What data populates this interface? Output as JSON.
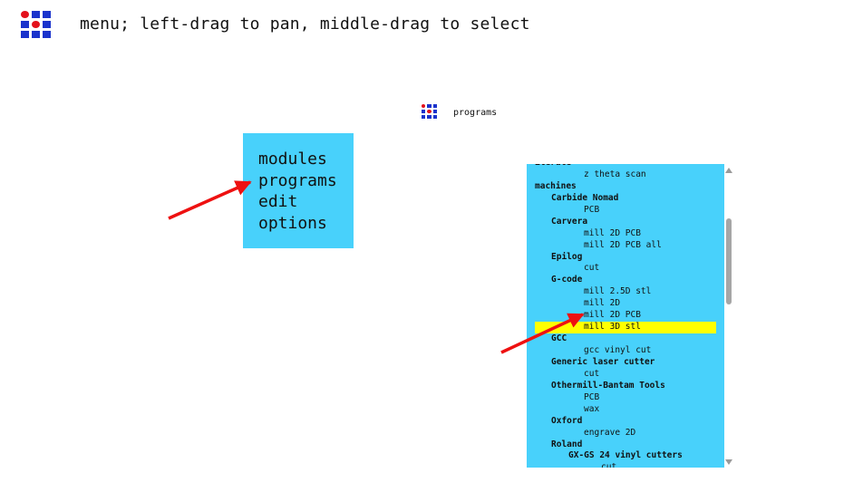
{
  "header": {
    "text": "menu; left-drag to pan, middle-drag to select"
  },
  "subheader": {
    "text": "programs"
  },
  "logo": {
    "cells": [
      "#e3111b",
      "#1a33cc",
      "#1a33cc",
      "#1a33cc",
      "#e3111b",
      "#1a33cc",
      "#1a33cc",
      "#1a33cc",
      "#1a33cc"
    ]
  },
  "colors": {
    "panel": "#48d1fb",
    "highlight": "#ffff00",
    "arrow": "#ee1111"
  },
  "menu": {
    "items": [
      {
        "label": "modules"
      },
      {
        "label": "programs"
      },
      {
        "label": "edit"
      },
      {
        "label": "options"
      }
    ]
  },
  "program_list": {
    "selected": "mill 3D stl",
    "rows": [
      {
        "label": "iterate",
        "level": "l0"
      },
      {
        "label": "z theta scan",
        "level": "leaf"
      },
      {
        "label": "machines",
        "level": "l0"
      },
      {
        "label": "Carbide Nomad",
        "level": "l1"
      },
      {
        "label": "PCB",
        "level": "leaf"
      },
      {
        "label": "Carvera",
        "level": "l1"
      },
      {
        "label": "mill 2D PCB",
        "level": "leaf"
      },
      {
        "label": "mill 2D PCB all",
        "level": "leaf"
      },
      {
        "label": "Epilog",
        "level": "l1"
      },
      {
        "label": "cut",
        "level": "leaf"
      },
      {
        "label": "G-code",
        "level": "l1"
      },
      {
        "label": "mill 2.5D stl",
        "level": "leaf"
      },
      {
        "label": "mill 2D",
        "level": "leaf"
      },
      {
        "label": "mill 2D PCB",
        "level": "leaf"
      },
      {
        "label": "mill 3D stl",
        "level": "leaf"
      },
      {
        "label": "GCC",
        "level": "l1"
      },
      {
        "label": "gcc vinyl cut",
        "level": "leaf"
      },
      {
        "label": "Generic laser cutter",
        "level": "l1"
      },
      {
        "label": "cut",
        "level": "leaf"
      },
      {
        "label": "Othermill-Bantam Tools",
        "level": "l1"
      },
      {
        "label": "PCB",
        "level": "leaf"
      },
      {
        "label": "wax",
        "level": "leaf"
      },
      {
        "label": "Oxford",
        "level": "l1"
      },
      {
        "label": "engrave 2D",
        "level": "leaf"
      },
      {
        "label": "Roland",
        "level": "l1"
      },
      {
        "label": "GX-GS 24 vinyl cutters",
        "level": "l2"
      },
      {
        "label": "cut",
        "level": "leaf2"
      }
    ]
  }
}
